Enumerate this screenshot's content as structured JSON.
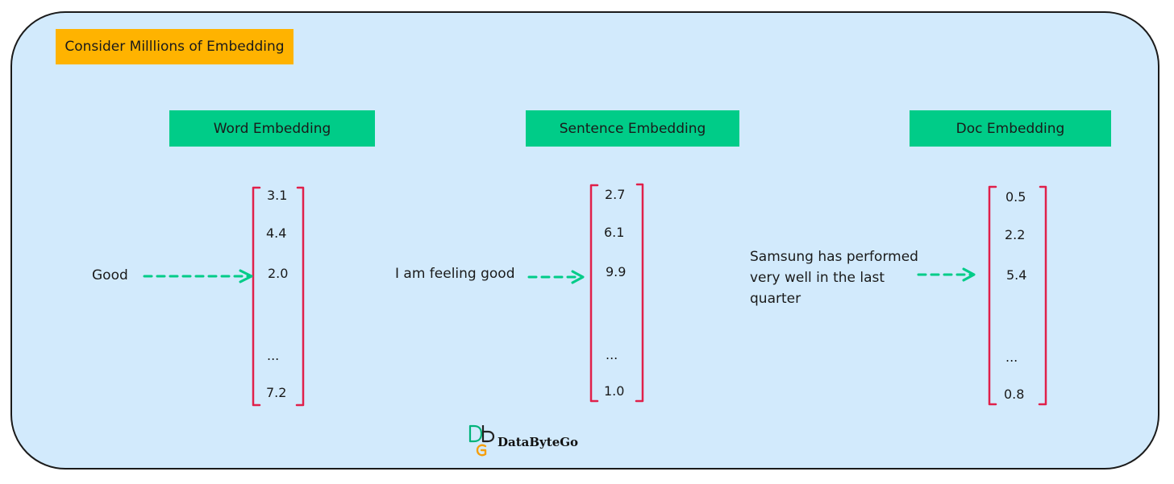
{
  "tag": "Consider Milllions of Embedding",
  "columns": [
    {
      "header": "Word Embedding",
      "input_lines": [
        "Good"
      ],
      "values": [
        "3.1",
        "4.4",
        "2.0",
        "...",
        "7.2"
      ]
    },
    {
      "header": "Sentence Embedding",
      "input_lines": [
        "I am feeling good"
      ],
      "values": [
        "2.7",
        "6.1",
        "9.9",
        "...",
        "1.0"
      ]
    },
    {
      "header": "Doc Embedding",
      "input_lines": [
        "Samsung has performed",
        "very well in the last",
        "quarter"
      ],
      "values": [
        "0.5",
        "2.2",
        "5.4",
        "...",
        "0.8"
      ]
    }
  ],
  "logo": {
    "mark": "DB",
    "text": "DataByteGo"
  },
  "colors": {
    "panel": "#d2eafc",
    "tag": "#ffb300",
    "header": "#00cc88",
    "bracket": "#e0204a",
    "arrow": "#00cc88"
  }
}
